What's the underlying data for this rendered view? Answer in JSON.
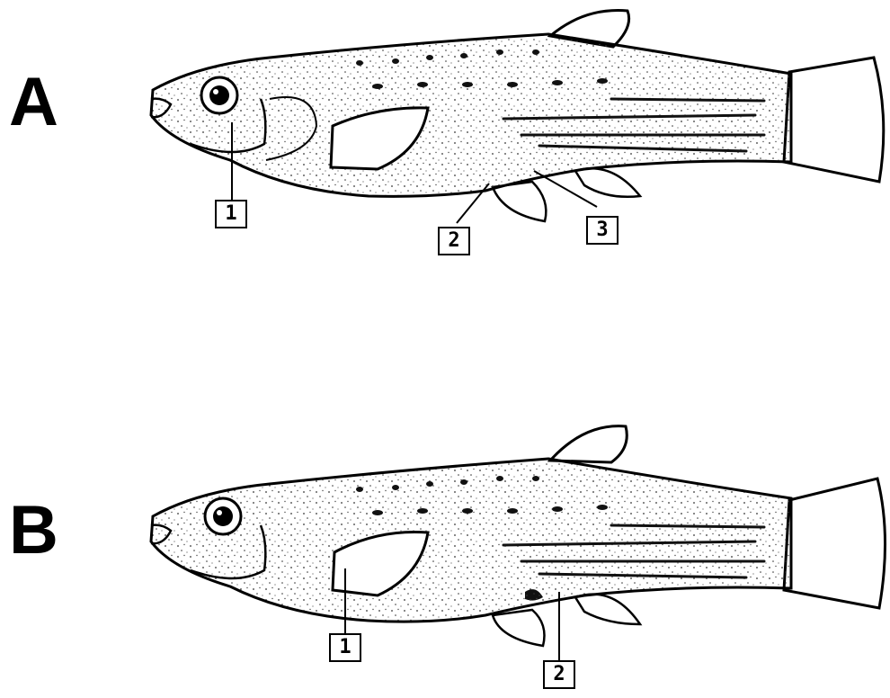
{
  "panels": [
    {
      "letter": "A",
      "callouts": [
        {
          "text": "1"
        },
        {
          "text": "2"
        },
        {
          "text": "3"
        }
      ]
    },
    {
      "letter": "B",
      "callouts": [
        {
          "text": "1"
        },
        {
          "text": "2"
        }
      ]
    }
  ]
}
